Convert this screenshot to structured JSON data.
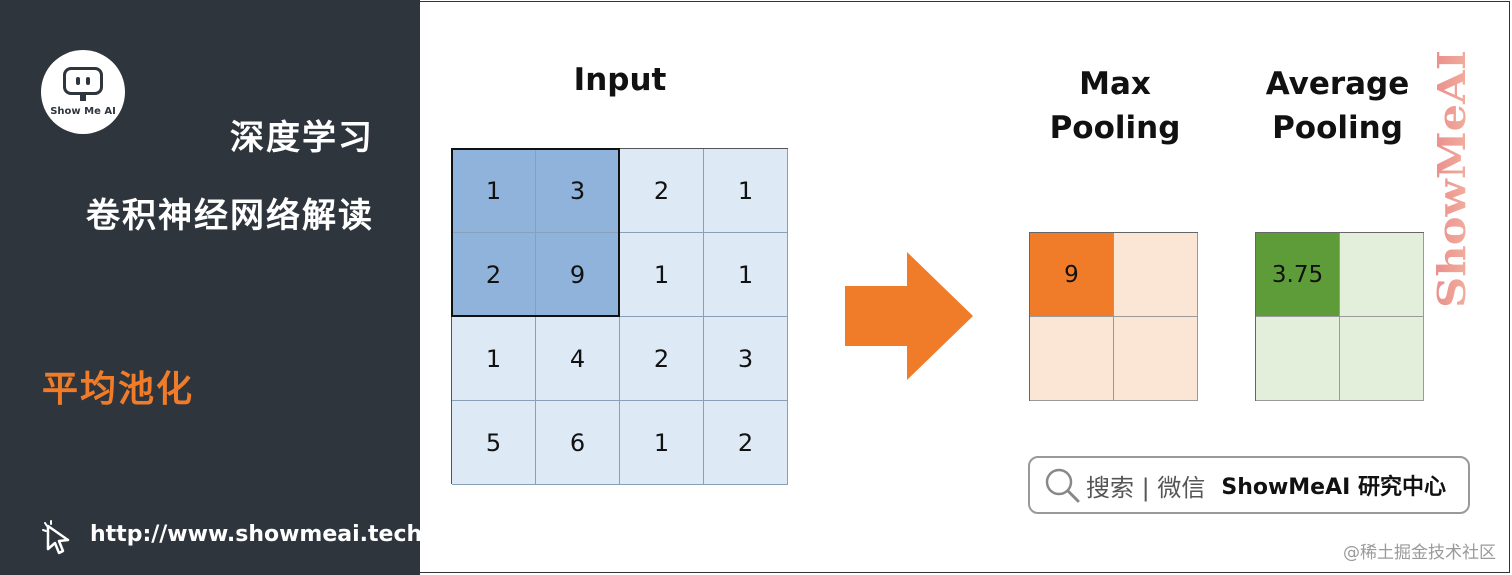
{
  "sidebar": {
    "logo_text": "Show Me AI",
    "subtitle_1": "深度学习",
    "subtitle_2": "卷积神经网络解读",
    "topic": "平均池化",
    "url": "http://www.showmeai.tech/"
  },
  "diagram": {
    "input_title": "Input",
    "max_title_line1": "Max",
    "max_title_line2": "Pooling",
    "avg_title_line1": "Average",
    "avg_title_line2": "Pooling",
    "input_grid": [
      [
        "1",
        "3",
        "2",
        "1"
      ],
      [
        "2",
        "9",
        "1",
        "1"
      ],
      [
        "1",
        "4",
        "2",
        "3"
      ],
      [
        "5",
        "6",
        "1",
        "2"
      ]
    ],
    "highlight_region": "top-left 2x2",
    "max_output": [
      "9",
      "",
      "",
      ""
    ],
    "avg_output": [
      "3.75",
      "",
      "",
      ""
    ],
    "colors": {
      "input_cell": "#dde9f5",
      "input_highlight": "#8fb3da",
      "arrow": "#f07c2a",
      "max_filled": "#f07c2a",
      "max_empty": "#fbe6d6",
      "avg_filled": "#5e9c3a",
      "avg_empty": "#e4efdb",
      "sidebar_bg": "#2f353d",
      "topic": "#f07c2a"
    }
  },
  "watermark": {
    "vertical_text": "ShowMeAI"
  },
  "search": {
    "label": "搜索 | 微信",
    "brand": "ShowMeAI 研究中心"
  },
  "footer": {
    "credit": "@稀土掘金技术社区"
  }
}
